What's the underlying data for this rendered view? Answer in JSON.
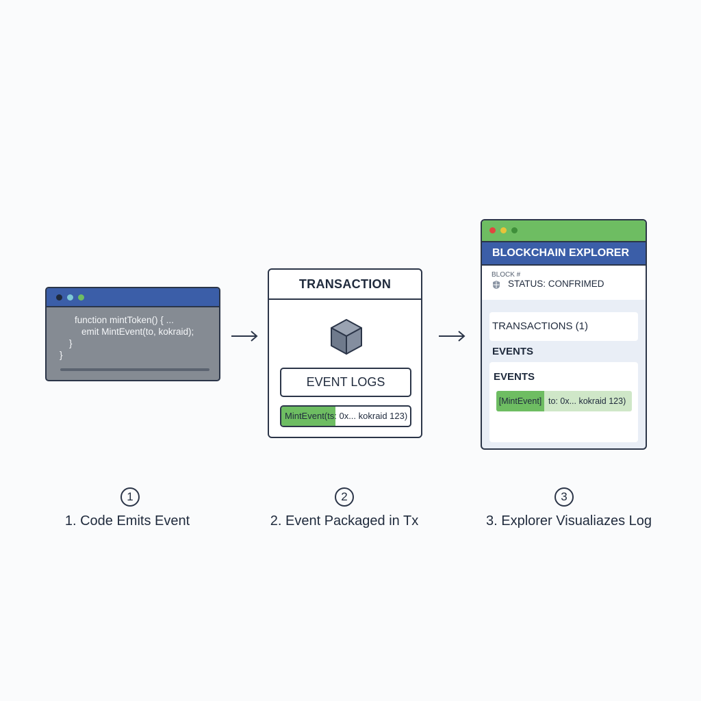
{
  "colors": {
    "outline": "#2b3548",
    "blue": "#3b5ea8",
    "green": "#6ebd62",
    "light_green": "#cfe7c8",
    "code_bg": "#858b93"
  },
  "code_window": {
    "lines": [
      "function mintToken() { ...",
      "emit MintEvent(to, kokraid);",
      "}",
      "}"
    ]
  },
  "transaction": {
    "title": "TRANSACTION",
    "icon": "package-box-icon",
    "event_logs_label": "EVENT LOGS",
    "log_entry": "MintEvent(ts: 0x... kokraid 123)"
  },
  "explorer": {
    "title": "BLOCKCHAIN EXPLORER",
    "block_label": "BLOCK #",
    "status": "STATUS: CONFRIMED",
    "transactions": "TRANSACTIONS (1)",
    "events_section": "EVENTS",
    "events_card_title": "EVENTS",
    "log_tag": "[MintEvent]",
    "log_rest": "to: 0x... kokraid 123)"
  },
  "steps": [
    {
      "number": "1",
      "label": "1. Code Emits Event"
    },
    {
      "number": "2",
      "label": "2. Event Packaged in Tx"
    },
    {
      "number": "3",
      "label": "3. Explorer Visualiazes Log"
    }
  ]
}
